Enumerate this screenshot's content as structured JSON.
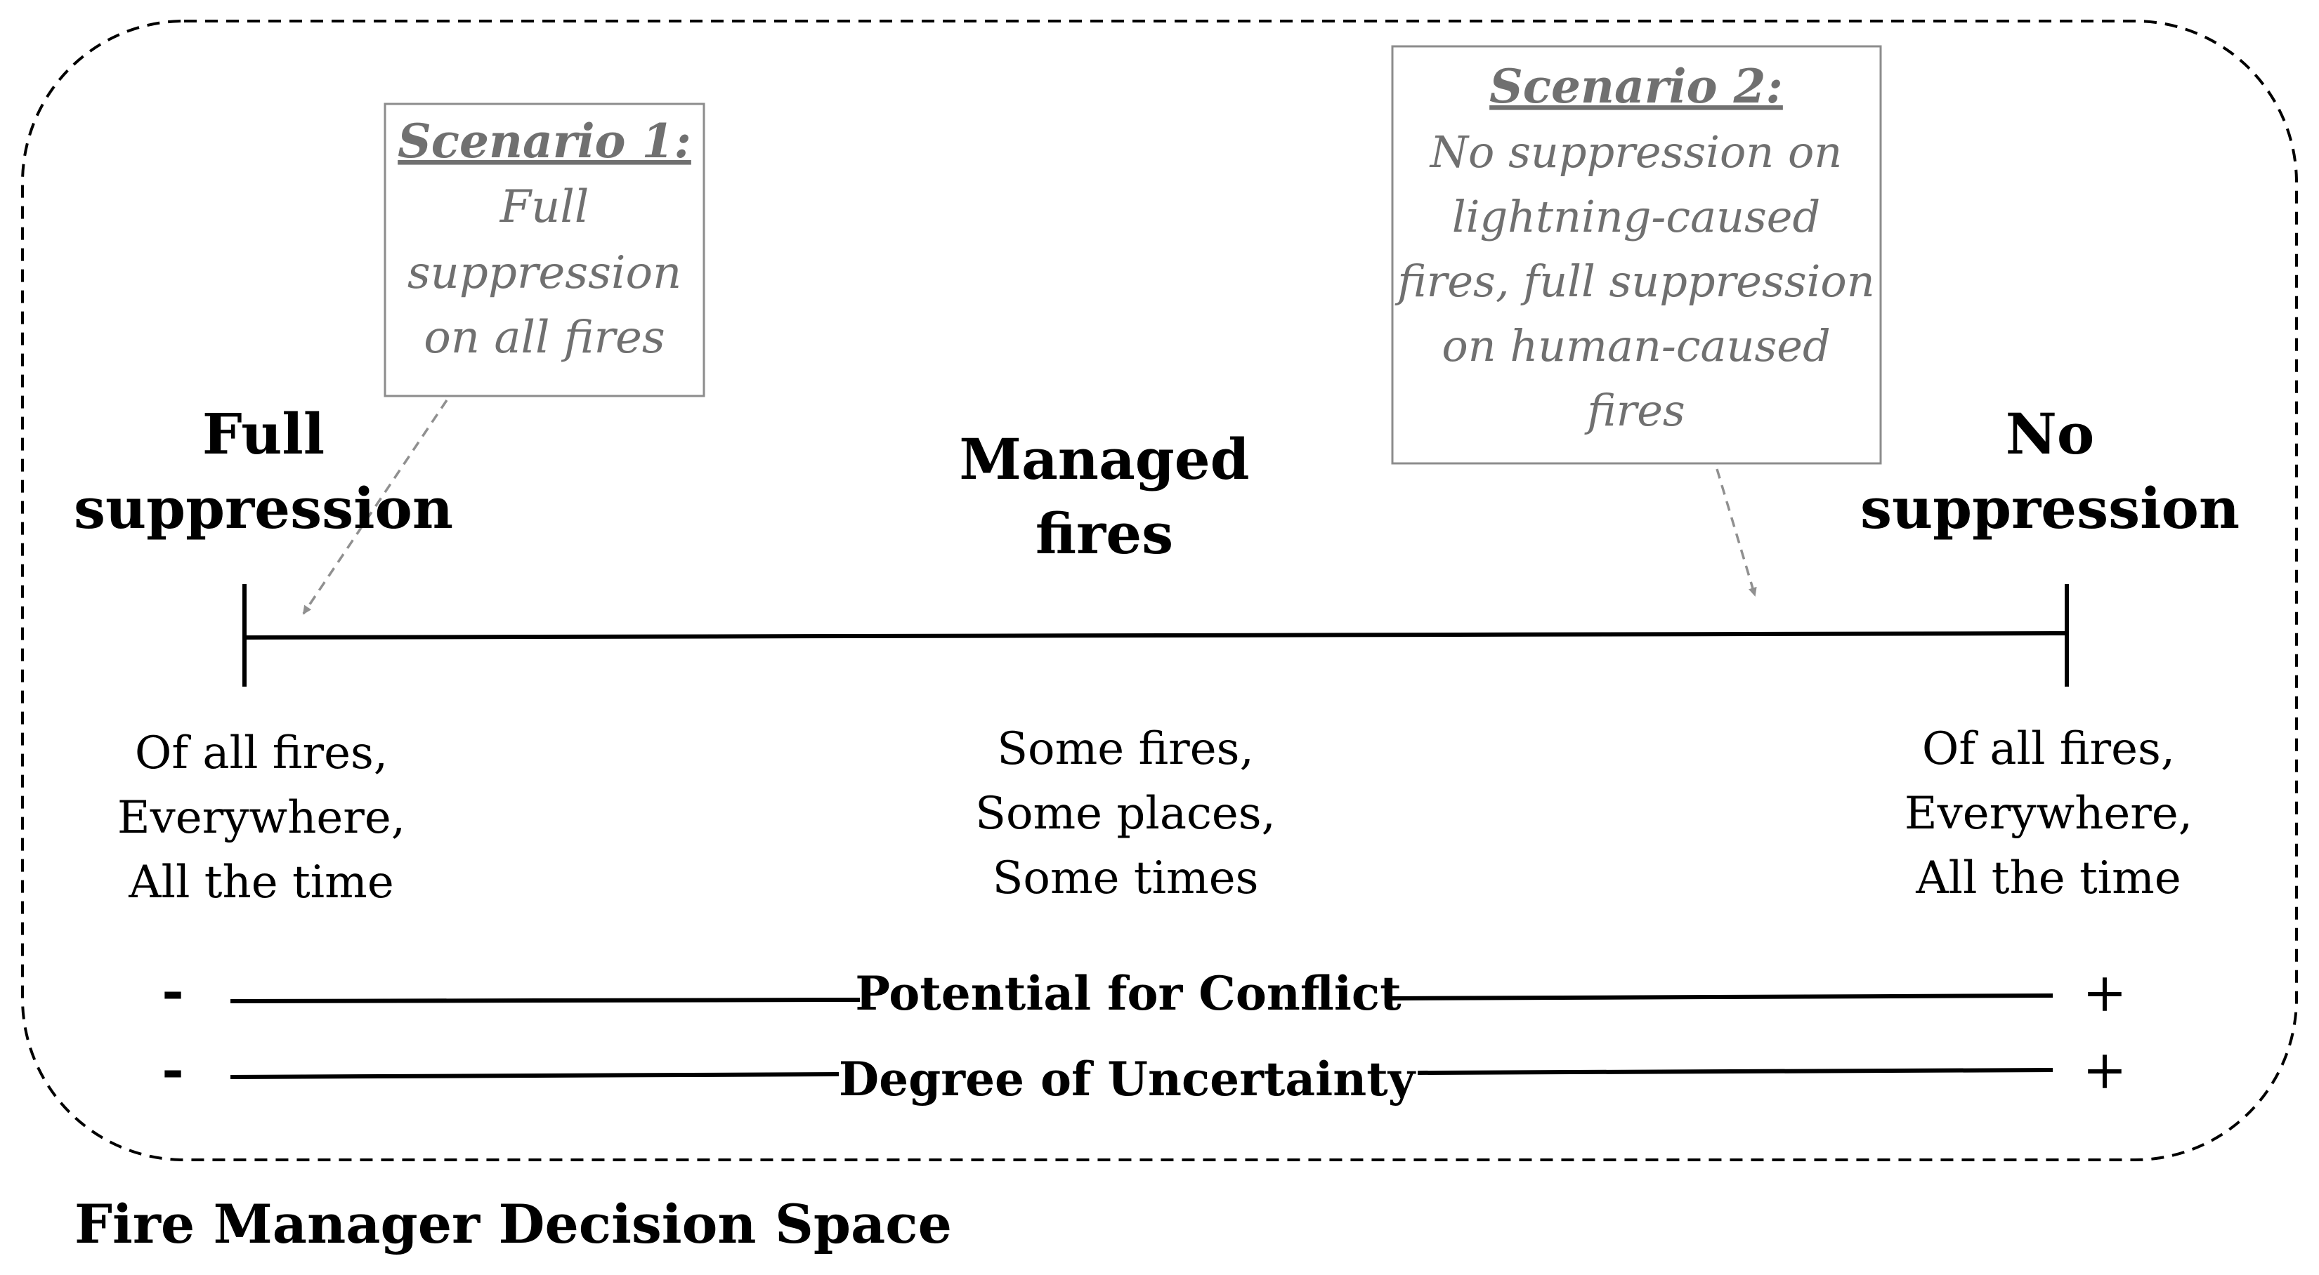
{
  "diagram": {
    "title": "Fire Manager Decision Space",
    "scenario1": {
      "heading": "Scenario 1:",
      "lines": [
        "Full",
        "suppression",
        "on all fires"
      ]
    },
    "scenario2": {
      "heading": "Scenario 2:",
      "lines": [
        "No suppression on",
        "lightning-caused",
        "fires, full suppression",
        "on human-caused",
        "fires"
      ]
    },
    "left_pole": {
      "label_lines": [
        "Full",
        "suppression"
      ],
      "desc_lines": [
        "Of all fires,",
        "Everywhere,",
        "All the time"
      ]
    },
    "middle": {
      "label_lines": [
        "Managed",
        "fires"
      ],
      "desc_lines": [
        "Some fires,",
        "Some places,",
        "Some times"
      ]
    },
    "right_pole": {
      "label_lines": [
        "No",
        "suppression"
      ],
      "desc_lines": [
        "Of all fires,",
        "Everywhere,",
        "All the time"
      ]
    },
    "gradients": [
      {
        "label": "Potential for Conflict",
        "low": "-",
        "high": "+"
      },
      {
        "label": "Degree of Uncertainty",
        "low": "-",
        "high": "+"
      }
    ],
    "colors": {
      "scenario_text": "#707070",
      "scenario_border": "#8c8c8c",
      "arrow": "#909090",
      "ink": "#000000"
    }
  }
}
